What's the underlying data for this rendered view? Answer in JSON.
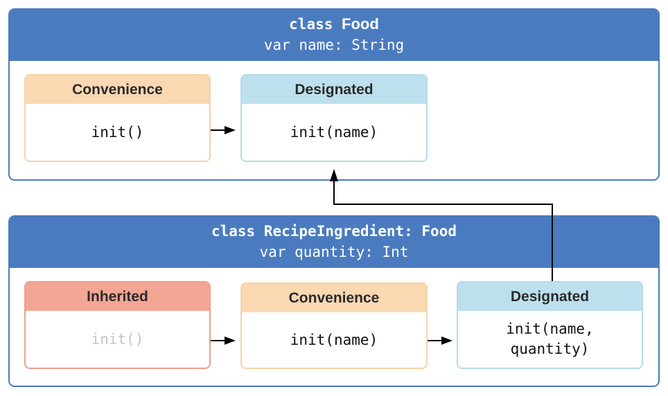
{
  "food_class": {
    "keyword": "class",
    "name": "Food",
    "property": "var name: String",
    "convenience": {
      "title": "Convenience",
      "init": "init()"
    },
    "designated": {
      "title": "Designated",
      "init": "init(name)"
    }
  },
  "recipe_class": {
    "declaration": "class RecipeIngredient: Food",
    "property": "var quantity: Int",
    "inherited": {
      "title": "Inherited",
      "init": "init()"
    },
    "convenience": {
      "title": "Convenience",
      "init": "init(name)"
    },
    "designated": {
      "title": "Designated",
      "init": "init(name,\nquantity)"
    }
  },
  "colors": {
    "class_header": "#4a7bbf",
    "convenience": "#f9d8b2",
    "designated": "#bde0ee",
    "inherited": "#f3a694",
    "arrow": "#000000"
  }
}
